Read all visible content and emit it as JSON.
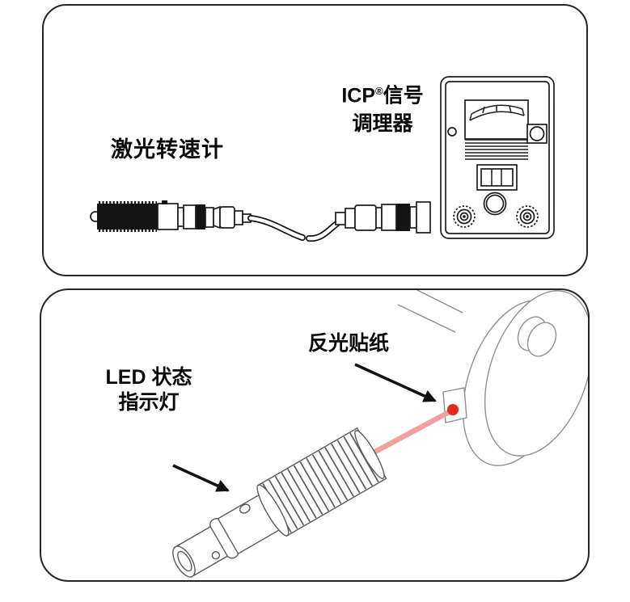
{
  "top_panel": {
    "conditioner_label": {
      "prefix": "ICP",
      "reg": "®",
      "suffix": "信号",
      "line2": "调理器"
    },
    "tachometer_label": "激光转速计"
  },
  "bottom_panel": {
    "sticker_label": "反光贴纸",
    "led_label_line1": "LED 状态",
    "led_label_line2": "指示灯"
  },
  "colors": {
    "laser_beam": "#f2a09e",
    "laser_dot": "#e52717"
  }
}
